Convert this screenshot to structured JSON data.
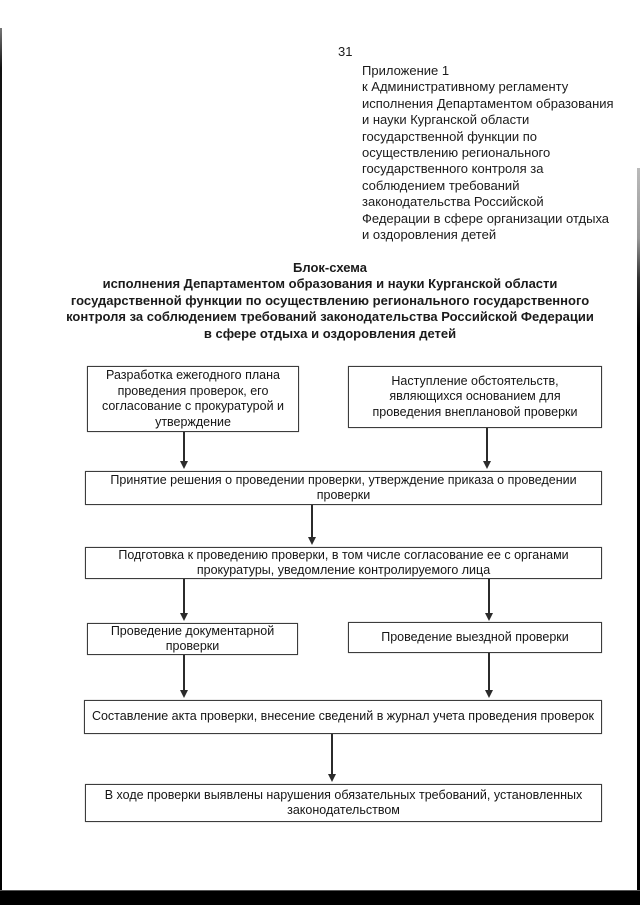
{
  "page": {
    "number": "31",
    "appendix_note": "Приложение 1\nк Административному регламенту\nисполнения Департаментом образования\nи науки Курганской области\nгосударственной функции по\nосуществлению регионального\nгосударственного контроля за\nсоблюдением требований\nзаконодательства Российской\nФедерации в сфере организации отдыха\nи оздоровления детей",
    "title": "Блок-схема\nисполнения Департаментом образования и науки Курганской области\nгосударственной функции по осуществлению регионального государственного\nконтроля за соблюдением требований законодательства Российской Федерации\nв сфере отдыха и оздоровления детей"
  },
  "flowchart": {
    "nodes": [
      {
        "id": "plan",
        "text": "Разработка ежегодного плана проведения проверок, его согласование с прокуратурой и утверждение"
      },
      {
        "id": "circumstances",
        "text": "Наступление обстоятельств, являющихся основанием для проведения внеплановой проверки"
      },
      {
        "id": "decision",
        "text": "Принятие решения о проведении проверки, утверждение приказа о проведении проверки"
      },
      {
        "id": "preparation",
        "text": "Подготовка к проведению проверки, в том числе согласование ее с органами прокуратуры, уведомление контролируемого лица"
      },
      {
        "id": "documentary",
        "text": "Проведение документарной проверки"
      },
      {
        "id": "field",
        "text": "Проведение выездной проверки"
      },
      {
        "id": "act",
        "text": "Составление акта проверки, внесение сведений в журнал учета проведения проверок"
      },
      {
        "id": "violations",
        "text": "В ходе проверки выявлены нарушения обязательных требований, установленных законодательством"
      }
    ],
    "edges": [
      {
        "from": "plan",
        "to": "decision"
      },
      {
        "from": "circumstances",
        "to": "decision"
      },
      {
        "from": "decision",
        "to": "preparation"
      },
      {
        "from": "preparation",
        "to": "documentary"
      },
      {
        "from": "preparation",
        "to": "field"
      },
      {
        "from": "documentary",
        "to": "act"
      },
      {
        "from": "field",
        "to": "act"
      },
      {
        "from": "act",
        "to": "violations"
      }
    ]
  },
  "colors": {
    "page_background": "#ffffff",
    "ink": "#1b1b1b",
    "box_border": "#3d3d3d",
    "scan_edge": "#000000"
  }
}
